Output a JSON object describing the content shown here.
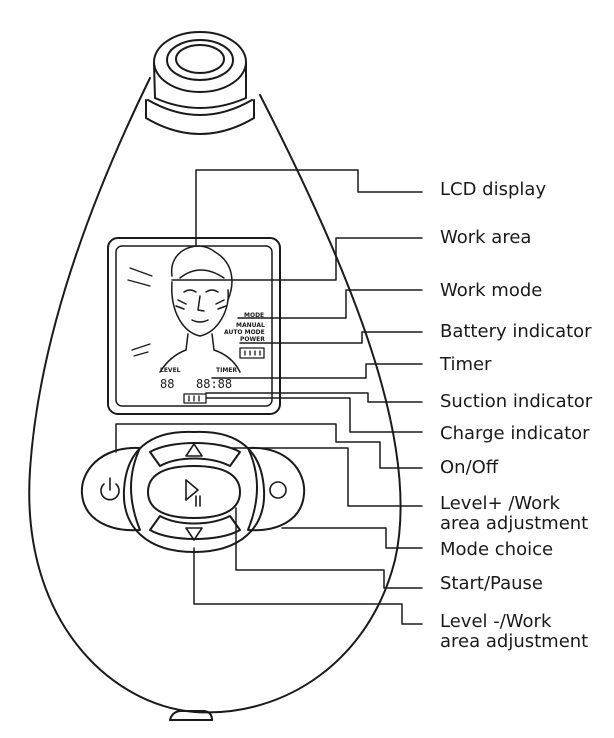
{
  "colors": {
    "stroke": "#1a1a1a",
    "background": "#ffffff"
  },
  "labels": {
    "lcd_display": "LCD display",
    "work_area": "Work area",
    "work_mode": "Work mode",
    "battery_indicator": "Battery indicator",
    "timer": "Timer",
    "suction_indicator": "Suction indicator",
    "charge_indicator": "Charge indicator",
    "on_off": "On/Off",
    "level_plus_line1": "Level+ /Work",
    "level_plus_line2": "area adjustment",
    "mode_choice": "Mode choice",
    "start_pause": "Start/Pause",
    "level_minus_line1": "Level -/Work",
    "level_minus_line2": "area adjustment"
  },
  "lcd": {
    "mode": "MODE",
    "manual": "MANUAL",
    "auto_mode": "AUTO MODE",
    "power": "POWER",
    "level": "LEVEL",
    "timer": "TIMER",
    "level_digits": "88",
    "timer_digits": "88:88"
  },
  "icons": {
    "power": "power-icon",
    "mode": "circle-icon",
    "up": "triangle-up-icon",
    "down": "triangle-down-icon",
    "start_pause": "play-pause-icon"
  }
}
